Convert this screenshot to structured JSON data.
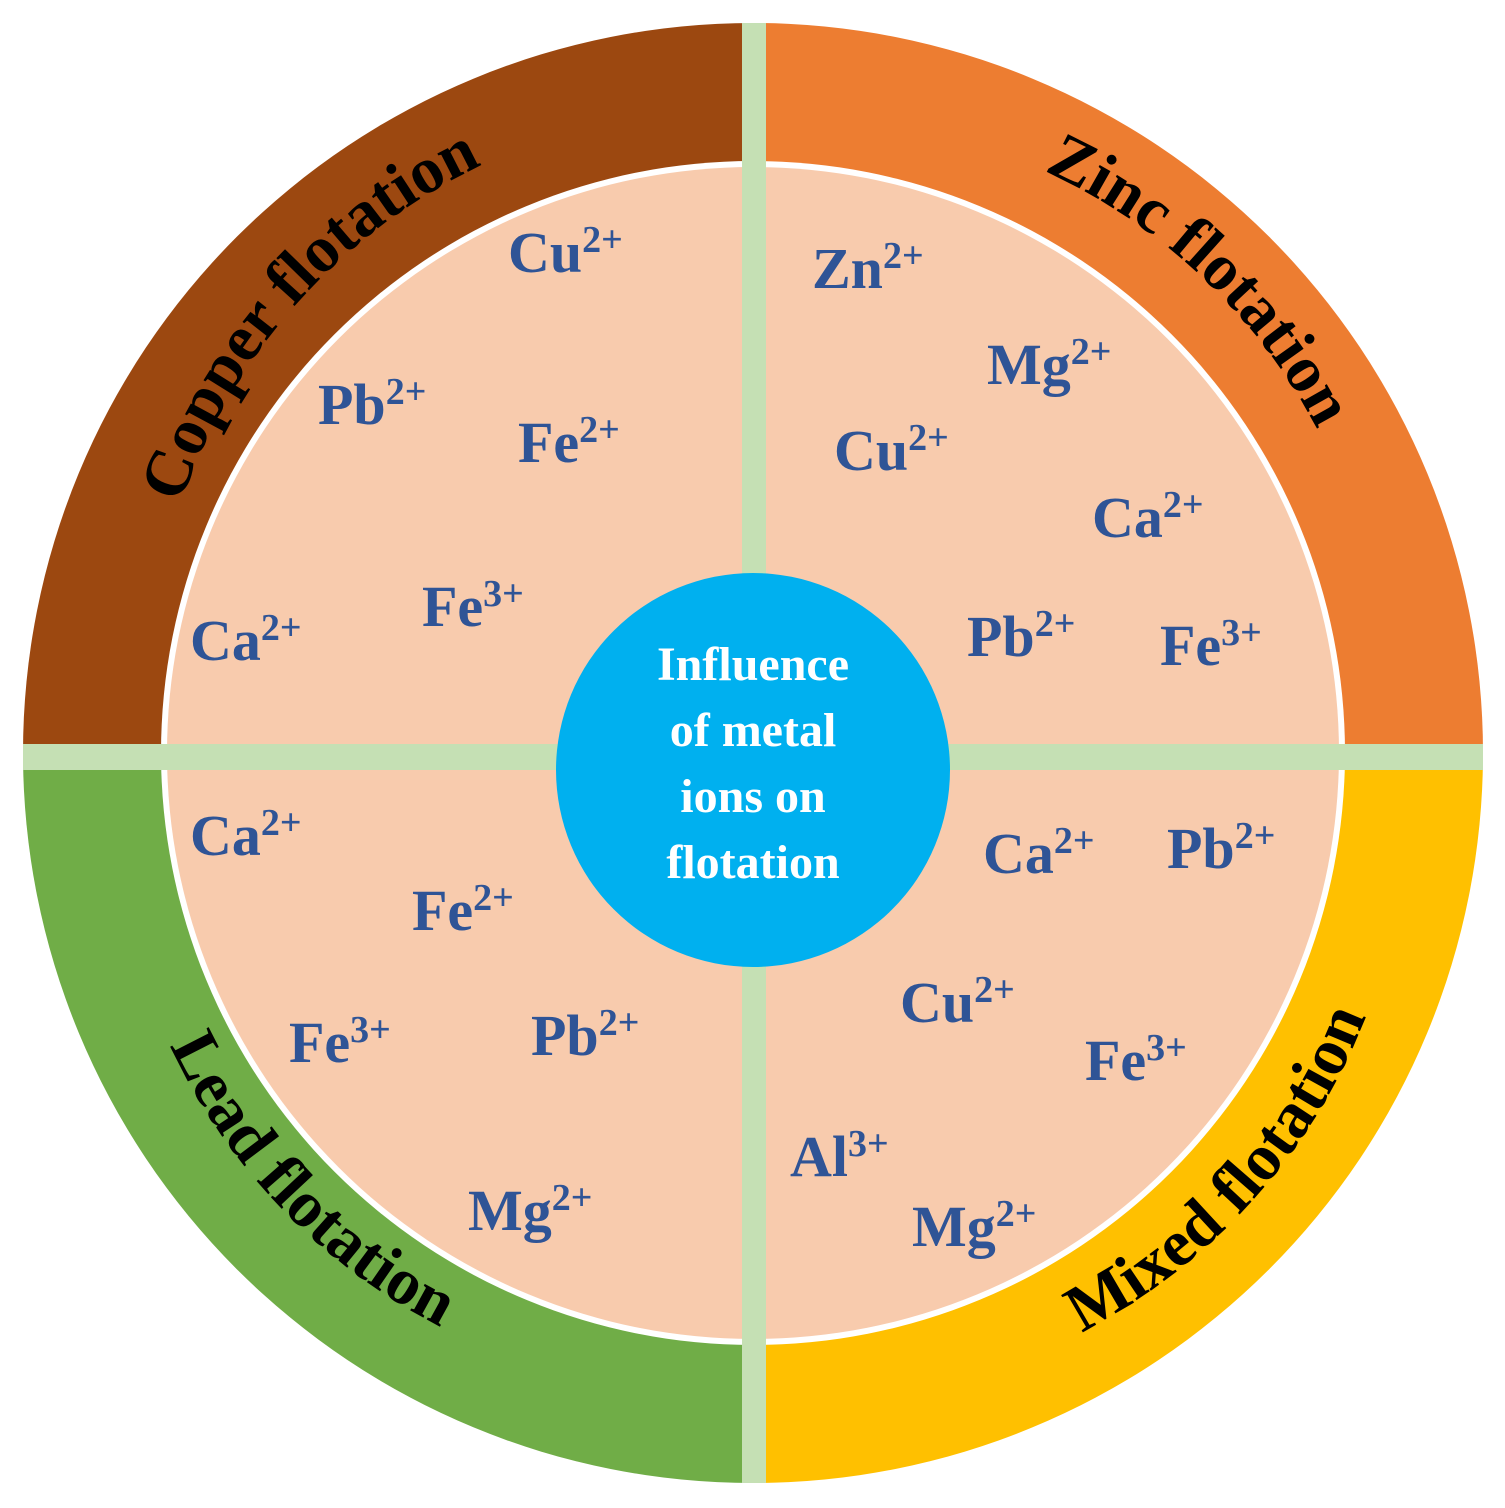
{
  "center": {
    "lines": [
      "Influence",
      "of metal",
      "ions on",
      "flotation"
    ],
    "fill": "#00b0ef",
    "text_color": "#ffffff"
  },
  "colors": {
    "inner_fill": "#f8cbad",
    "divider": "#c5e0b4",
    "ion_text": "#2f5496",
    "ring_text": "#000000"
  },
  "quadrants": [
    {
      "id": "copper",
      "label": "Copper flotation",
      "ring_color": "#9c4810",
      "ions": [
        {
          "base": "Cu",
          "charge": "2+"
        },
        {
          "base": "Pb",
          "charge": "2+"
        },
        {
          "base": "Fe",
          "charge": "2+"
        },
        {
          "base": "Fe",
          "charge": "3+"
        },
        {
          "base": "Ca",
          "charge": "2+"
        }
      ]
    },
    {
      "id": "zinc",
      "label": "Zinc flotation",
      "ring_color": "#ed7d31",
      "ions": [
        {
          "base": "Zn",
          "charge": "2+"
        },
        {
          "base": "Mg",
          "charge": "2+"
        },
        {
          "base": "Cu",
          "charge": "2+"
        },
        {
          "base": "Ca",
          "charge": "2+"
        },
        {
          "base": "Pb",
          "charge": "2+"
        },
        {
          "base": "Fe",
          "charge": "3+"
        }
      ]
    },
    {
      "id": "lead",
      "label": "Lead flotation",
      "ring_color": "#70ad47",
      "ions": [
        {
          "base": "Ca",
          "charge": "2+"
        },
        {
          "base": "Fe",
          "charge": "2+"
        },
        {
          "base": "Fe",
          "charge": "3+"
        },
        {
          "base": "Pb",
          "charge": "2+"
        },
        {
          "base": "Mg",
          "charge": "2+"
        }
      ]
    },
    {
      "id": "mixed",
      "label": "Mixed flotation",
      "ring_color": "#ffc000",
      "ions": [
        {
          "base": "Ca",
          "charge": "2+"
        },
        {
          "base": "Pb",
          "charge": "2+"
        },
        {
          "base": "Cu",
          "charge": "2+"
        },
        {
          "base": "Fe",
          "charge": "3+"
        },
        {
          "base": "Al",
          "charge": "3+"
        },
        {
          "base": "Mg",
          "charge": "2+"
        }
      ]
    }
  ]
}
